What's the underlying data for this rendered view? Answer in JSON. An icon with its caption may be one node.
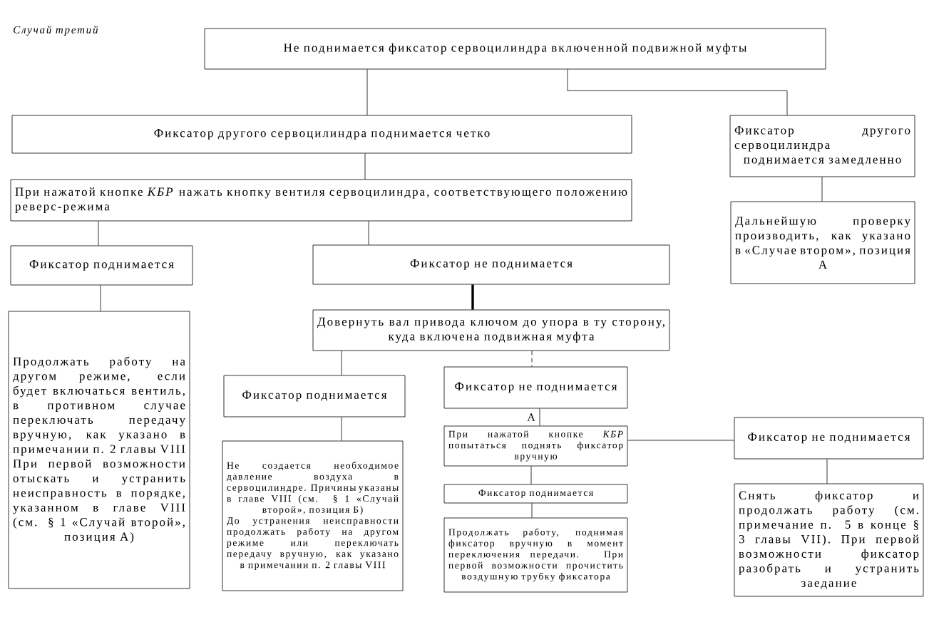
{
  "diagram": {
    "title": "Случай третий",
    "nodes": [
      {
        "text": [
          "Не поднимается фиксатор сервоцилиндра включенной подвижной муфты"
        ]
      },
      {
        "text": [
          "Фиксатор другого сервоцилиндра поднимается четко"
        ]
      },
      {
        "text": [
          "Фиксатор другого сервоцилиндра поднимается замедленно"
        ]
      },
      {
        "text": [
          "При нажатой кнопке *КБР* нажать кнопку вентиля сервоцилиндра, соответствующего положению реверс-режима"
        ]
      },
      {
        "text": [
          "Дальнейшую проверку производить, как указано в «Случае втором», позиция А"
        ]
      },
      {
        "text": [
          "Фиксатор поднимается"
        ]
      },
      {
        "text": [
          "Продолжать работу на другом режиме, если будет включаться вентиль, в противном случае переключать передачу вручную, как указано в примечании п. 2 главы VIII",
          "При первой возможности отыскать и устранить неисправность в порядке, указанном в главе VIII (см. § 1 «Случай второй», позиция А)"
        ]
      },
      {
        "text": [
          "Фиксатор не поднимается"
        ]
      },
      {
        "text": [
          "Довернуть вал привода ключом до упора в ту сторону, куда включена подвижная муфта"
        ]
      },
      {
        "text": [
          "Фиксатор поднимается"
        ]
      },
      {
        "text": [
          "Не создается необходимое давление воздуха в сервоцилиндре. Причины указаны в главе VIII (см. § 1 «Случай второй», позиция Б)",
          "До устранения неисправности продолжать работу на другом режиме или переключать передачу вручную, как указано в примечании п. 2 главы VIII"
        ]
      },
      {
        "text": [
          "Фиксатор не поднимается"
        ]
      },
      {
        "text": [
          "При нажатой кнопке *КБР* попытаться поднять фиксатор вручную"
        ]
      },
      {
        "text": [
          "Фиксатор поднимается"
        ]
      },
      {
        "text": [
          "Продолжать работу, поднимая фиксатор вручную в момент переключения передачи. При первой возможности прочистить воздушную трубку фиксатора"
        ]
      },
      {
        "text": [
          "Фиксатор не поднимается"
        ]
      },
      {
        "text": [
          "Снять фиксатор и продолжать работу (см. примечание п. 5 в конце § 3 главы VII). При первой возможности фиксатор разобрать и устранить заедание"
        ]
      }
    ],
    "edges": [
      {
        "from": 0,
        "to": 1,
        "arrow": "none"
      },
      {
        "from": 0,
        "to": 2,
        "arrow": "none"
      },
      {
        "from": 1,
        "to": 3,
        "arrow": "none"
      },
      {
        "from": 2,
        "to": 4,
        "arrow": "none"
      },
      {
        "from": 3,
        "to": 5,
        "arrow": "none"
      },
      {
        "from": 3,
        "to": 7,
        "arrow": "none"
      },
      {
        "from": 5,
        "to": 6,
        "arrow": "none"
      },
      {
        "from": 7,
        "to": 8,
        "arrow": "none",
        "style": "thick"
      },
      {
        "from": 8,
        "to": 9,
        "arrow": "none"
      },
      {
        "from": 8,
        "to": 11,
        "arrow": "none",
        "style": "dashed"
      },
      {
        "from": 9,
        "to": 10,
        "arrow": "none"
      },
      {
        "from": 11,
        "to": 12,
        "arrow": "none",
        "label": "А"
      },
      {
        "from": 12,
        "to": 13,
        "arrow": "none"
      },
      {
        "from": 13,
        "to": 14,
        "arrow": "none"
      },
      {
        "from": 12,
        "to": 15,
        "arrow": "none"
      },
      {
        "from": 15,
        "to": 16,
        "arrow": "none"
      }
    ]
  }
}
